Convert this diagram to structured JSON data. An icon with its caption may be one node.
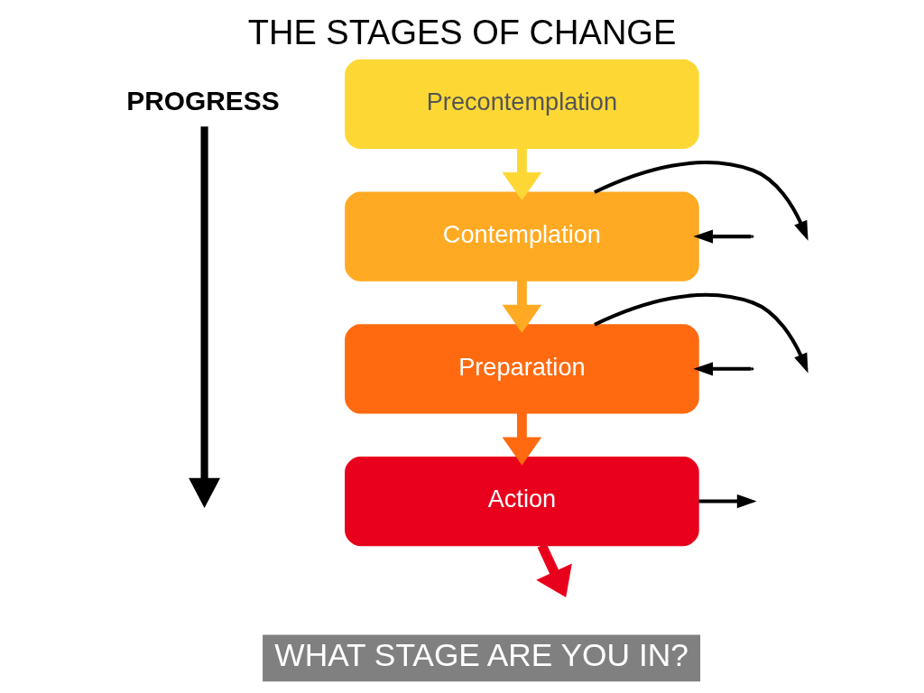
{
  "diagram": {
    "title": "THE STAGES OF CHANGE",
    "caption": "WHAT STAGE ARE YOU IN?",
    "nodes": [
      {
        "text": [
          "Precontemplation"
        ]
      },
      {
        "text": [
          "Contemplation"
        ]
      },
      {
        "text": [
          "Preparation"
        ]
      },
      {
        "text": [
          "Action"
        ]
      }
    ],
    "edges": [
      {
        "from": 0,
        "to": 1,
        "arrow": "to",
        "style": "thick",
        "color": "#fdd835"
      },
      {
        "from": 1,
        "to": 2,
        "arrow": "to",
        "style": "thick",
        "color": "#ffaa22"
      },
      {
        "from": 2,
        "to": 3,
        "arrow": "to",
        "style": "thick",
        "color": "#ff6a10"
      },
      {
        "from": 1,
        "to": null,
        "arrow": "to"
      },
      {
        "from": null,
        "to": 1,
        "arrow": "to"
      },
      {
        "from": 2,
        "to": null,
        "arrow": "to"
      },
      {
        "from": null,
        "to": 2,
        "arrow": "to"
      },
      {
        "from": 3,
        "to": null,
        "arrow": "to"
      },
      {
        "from": 3,
        "to": null,
        "arrow": "to",
        "style": "thick",
        "color": "#e8001c"
      }
    ],
    "labels": [
      "PROGRESS"
    ]
  }
}
